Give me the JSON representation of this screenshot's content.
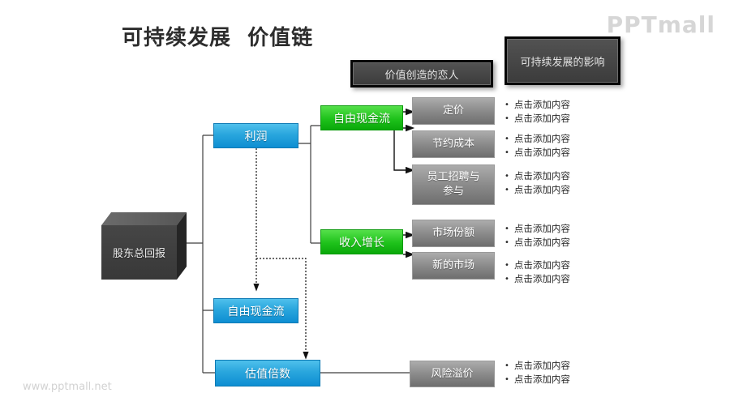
{
  "title": "可持续发展  价值链",
  "logo": "PPTmall",
  "watermark": "www.pptmall.net",
  "column_headers": {
    "value_levers": "价值创造的恋人",
    "sustainability_impact": "可持续发展的影响"
  },
  "cube": {
    "label": "股东总回报"
  },
  "blue_boxes": [
    {
      "label": "利润"
    },
    {
      "label": "自由现金流"
    },
    {
      "label": "估值倍数"
    }
  ],
  "green_boxes": [
    {
      "label": "自由现金流"
    },
    {
      "label": "收入增长"
    }
  ],
  "gray_boxes": [
    {
      "label": "定价"
    },
    {
      "label": "节约成本"
    },
    {
      "label": "员工招聘与\n参与"
    },
    {
      "label": "市场份额"
    },
    {
      "label": "新的市场"
    },
    {
      "label": "风险溢价"
    }
  ],
  "bullet": {
    "text": "点击添加内容"
  },
  "colors": {
    "blue": "#119ede",
    "green": "#1ec21b",
    "gray": "#8b8b8b",
    "dark_header": "#3c3c3c",
    "line": "#3f3f3f"
  }
}
